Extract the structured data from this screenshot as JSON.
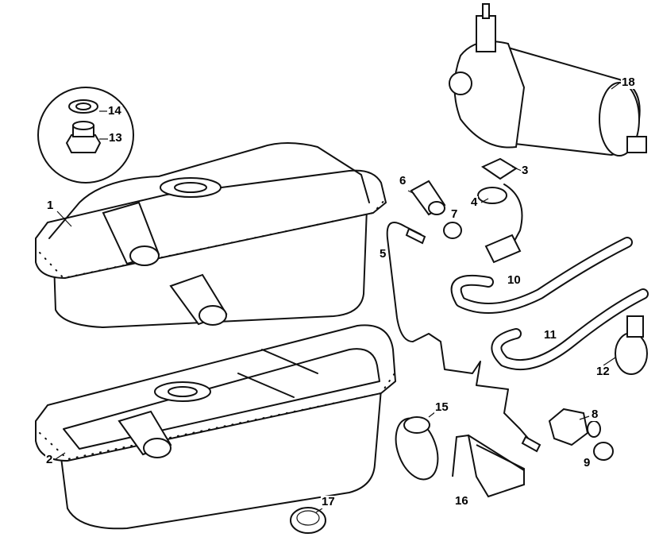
{
  "diagram": {
    "type": "exploded parts diagram",
    "callouts": {
      "p1": "1",
      "p2": "2",
      "p3": "3",
      "p4": "4",
      "p5": "5",
      "p6": "6",
      "p7": "7",
      "p8": "8",
      "p9": "9",
      "p10": "10",
      "p11": "11",
      "p12": "12",
      "p13": "13",
      "p14": "14",
      "p15": "15",
      "p16": "16",
      "p17": "17",
      "p18": "18"
    }
  }
}
